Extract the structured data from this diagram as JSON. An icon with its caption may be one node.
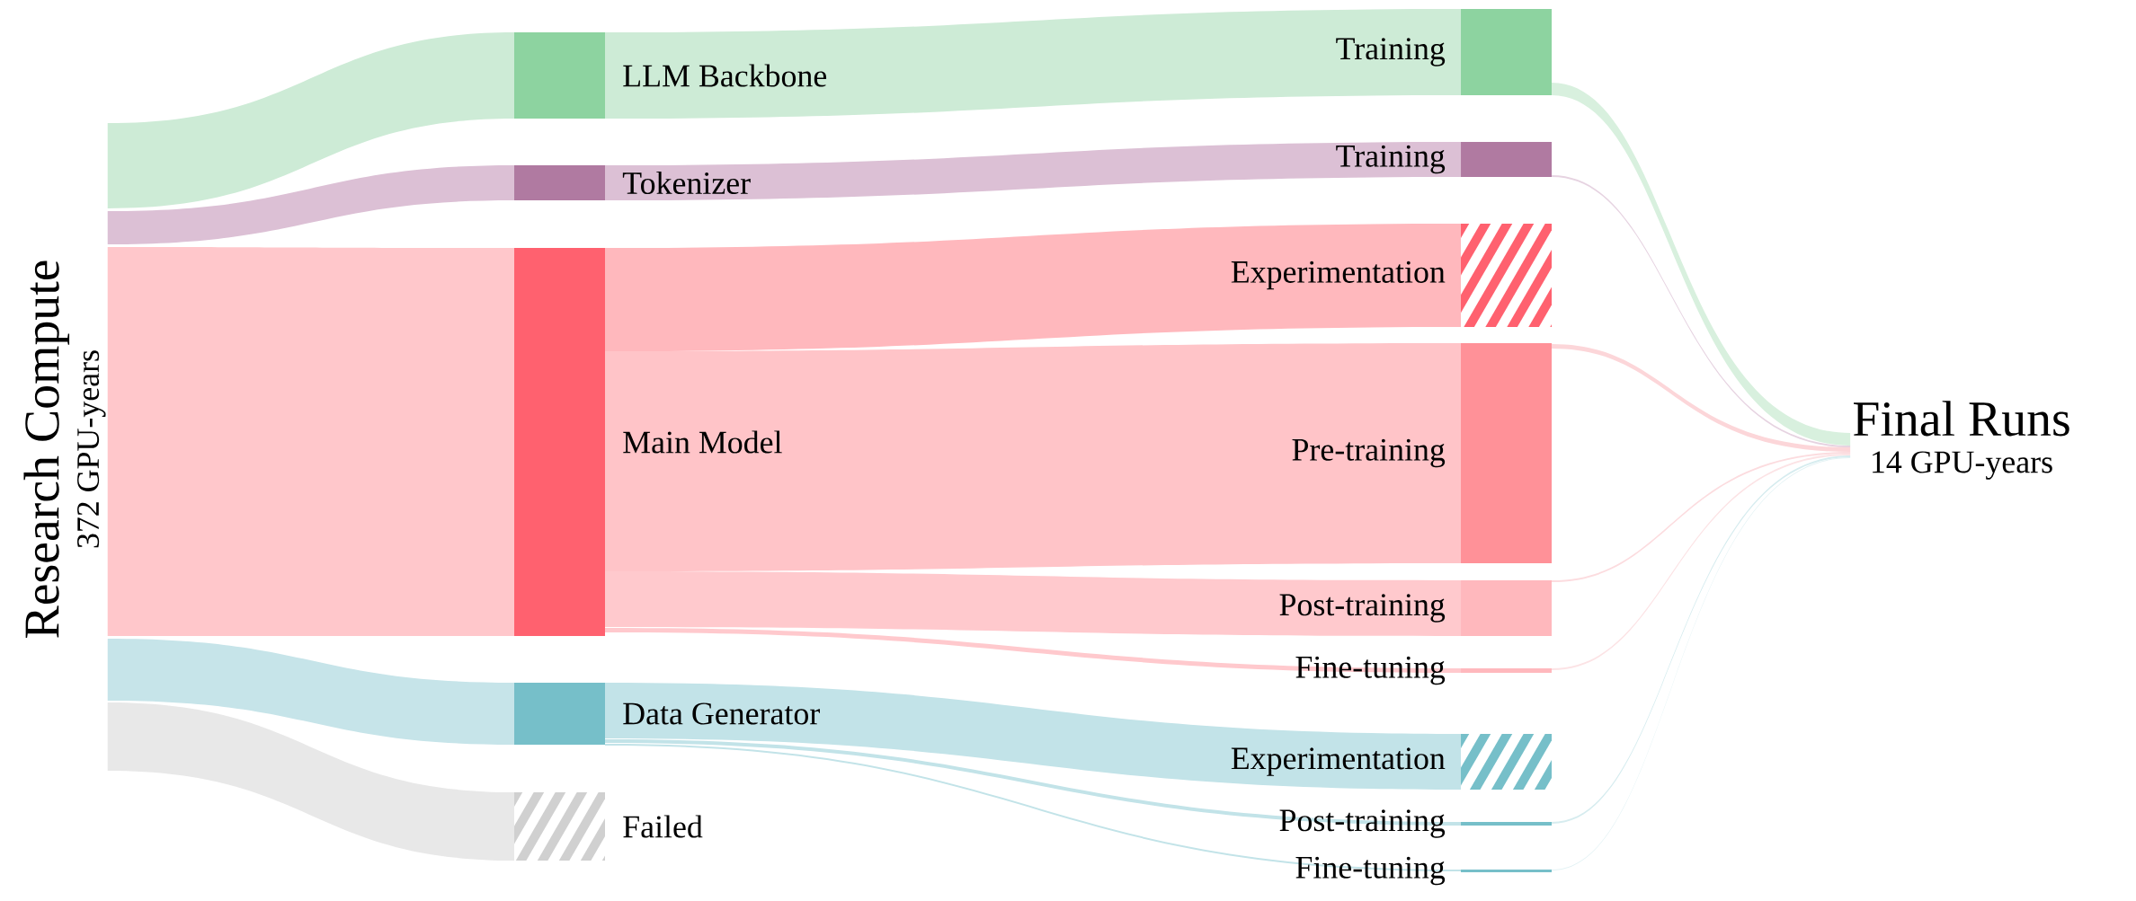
{
  "diagram": {
    "nodes": [
      {
        "text": [
          "Research Compute",
          "372 GPU-years"
        ]
      },
      {
        "text": [
          "LLM Backbone"
        ]
      },
      {
        "text": [
          "Tokenizer"
        ]
      },
      {
        "text": [
          "Main Model"
        ]
      },
      {
        "text": [
          "Data Generator"
        ]
      },
      {
        "text": [
          "Failed"
        ]
      },
      {
        "text": [
          "Training"
        ]
      },
      {
        "text": [
          "Training"
        ]
      },
      {
        "text": [
          "Experimentation"
        ]
      },
      {
        "text": [
          "Pre-training"
        ]
      },
      {
        "text": [
          "Post-training"
        ]
      },
      {
        "text": [
          "Fine-tuning"
        ]
      },
      {
        "text": [
          "Experimentation"
        ]
      },
      {
        "text": [
          "Post-training"
        ]
      },
      {
        "text": [
          "Fine-tuning"
        ]
      },
      {
        "text": [
          "Final Runs",
          "14 GPU-years"
        ]
      }
    ],
    "edges": [
      {
        "from": 0,
        "to": 1,
        "arrow": "none",
        "color": "#cdebd6"
      },
      {
        "from": 0,
        "to": 2,
        "arrow": "none",
        "color": "#dcc0d5"
      },
      {
        "from": 0,
        "to": 3,
        "arrow": "none",
        "color": "#ffc7cb"
      },
      {
        "from": 0,
        "to": 4,
        "arrow": "none",
        "color": "#c6e4e9"
      },
      {
        "from": 0,
        "to": 5,
        "arrow": "none",
        "color": "#e8e8e8"
      },
      {
        "from": 1,
        "to": 6,
        "arrow": "none",
        "color": "#cdebd6"
      },
      {
        "from": 2,
        "to": 7,
        "arrow": "none",
        "color": "#dcc0d5"
      },
      {
        "from": 3,
        "to": 8,
        "arrow": "none",
        "color": "#ffb8bd"
      },
      {
        "from": 3,
        "to": 9,
        "arrow": "none",
        "color": "#ffc4c8"
      },
      {
        "from": 3,
        "to": 10,
        "arrow": "none",
        "color": "#ffc9cd"
      },
      {
        "from": 3,
        "to": 11,
        "arrow": "none",
        "color": "#ffc9cd"
      },
      {
        "from": 4,
        "to": 12,
        "arrow": "none",
        "color": "#c2e3e8"
      },
      {
        "from": 4,
        "to": 13,
        "arrow": "none",
        "color": "#c2e3e8"
      },
      {
        "from": 4,
        "to": 14,
        "arrow": "none",
        "color": "#c2e3e8"
      },
      {
        "from": 6,
        "to": 15,
        "arrow": "none",
        "color": "#d8f0de"
      },
      {
        "from": 7,
        "to": 15,
        "arrow": "none",
        "color": "#e6d3e1"
      },
      {
        "from": 9,
        "to": 15,
        "arrow": "none",
        "color": "#fcd6d9"
      },
      {
        "from": 10,
        "to": 15,
        "arrow": "none",
        "color": "#fcdcdf"
      },
      {
        "from": 11,
        "to": 15,
        "arrow": "none",
        "color": "#fce3e5"
      },
      {
        "from": 13,
        "to": 15,
        "arrow": "none",
        "color": "#d6ecef"
      },
      {
        "from": 14,
        "to": 15,
        "arrow": "none",
        "color": "#e3f2f4"
      }
    ]
  }
}
